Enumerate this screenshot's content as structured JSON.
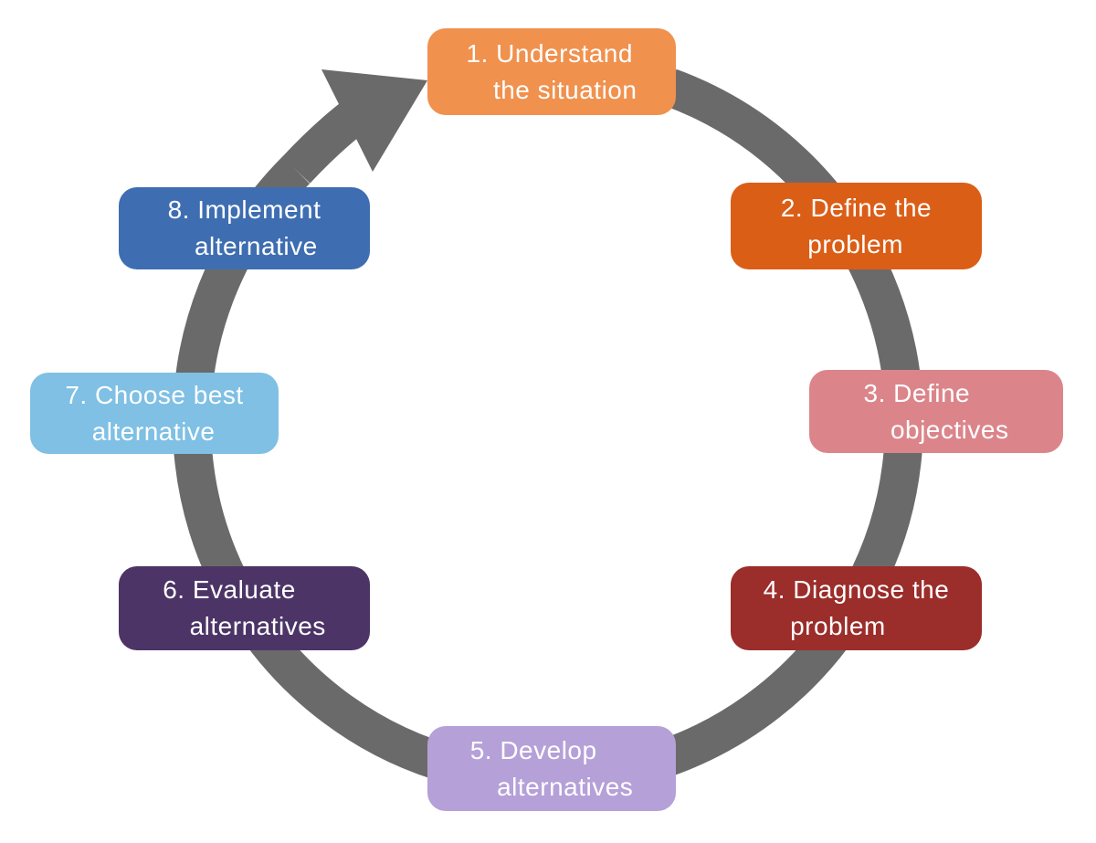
{
  "diagram": {
    "type": "cycle-process",
    "background_color": "#ffffff",
    "text_color": "#ffffff"
  },
  "arrow": {
    "name": "clockwise-cycle-arrow",
    "color": "#6a6a6a"
  },
  "steps": [
    {
      "number": "1",
      "label": "1. Understand the situation",
      "line1": "1. Understand",
      "line2": "the situation",
      "color": "#f0914e"
    },
    {
      "number": "2",
      "label": "2. Define the problem",
      "line1": "2. Define the",
      "line2": "problem",
      "color": "#db5e17"
    },
    {
      "number": "3",
      "label": "3. Define objectives",
      "line1": "3. Define",
      "line2": "objectives",
      "color": "#db858b"
    },
    {
      "number": "4",
      "label": "4. Diagnose the problem",
      "line1": "4. Diagnose the",
      "line2": "problem",
      "color": "#9b2d2b"
    },
    {
      "number": "5",
      "label": "5. Develop alternatives",
      "line1": "5. Develop",
      "line2": "alternatives",
      "color": "#b5a0d8"
    },
    {
      "number": "6",
      "label": "6. Evaluate alternatives",
      "line1": "6. Evaluate",
      "line2": "alternatives",
      "color": "#4c3566"
    },
    {
      "number": "7",
      "label": "7. Choose best alternative",
      "line1": "7. Choose best",
      "line2": "alternative",
      "color": "#7fc0e4"
    },
    {
      "number": "8",
      "label": "8. Implement alternative",
      "line1": "8. Implement",
      "line2": "alternative",
      "color": "#3e6eb1"
    }
  ]
}
